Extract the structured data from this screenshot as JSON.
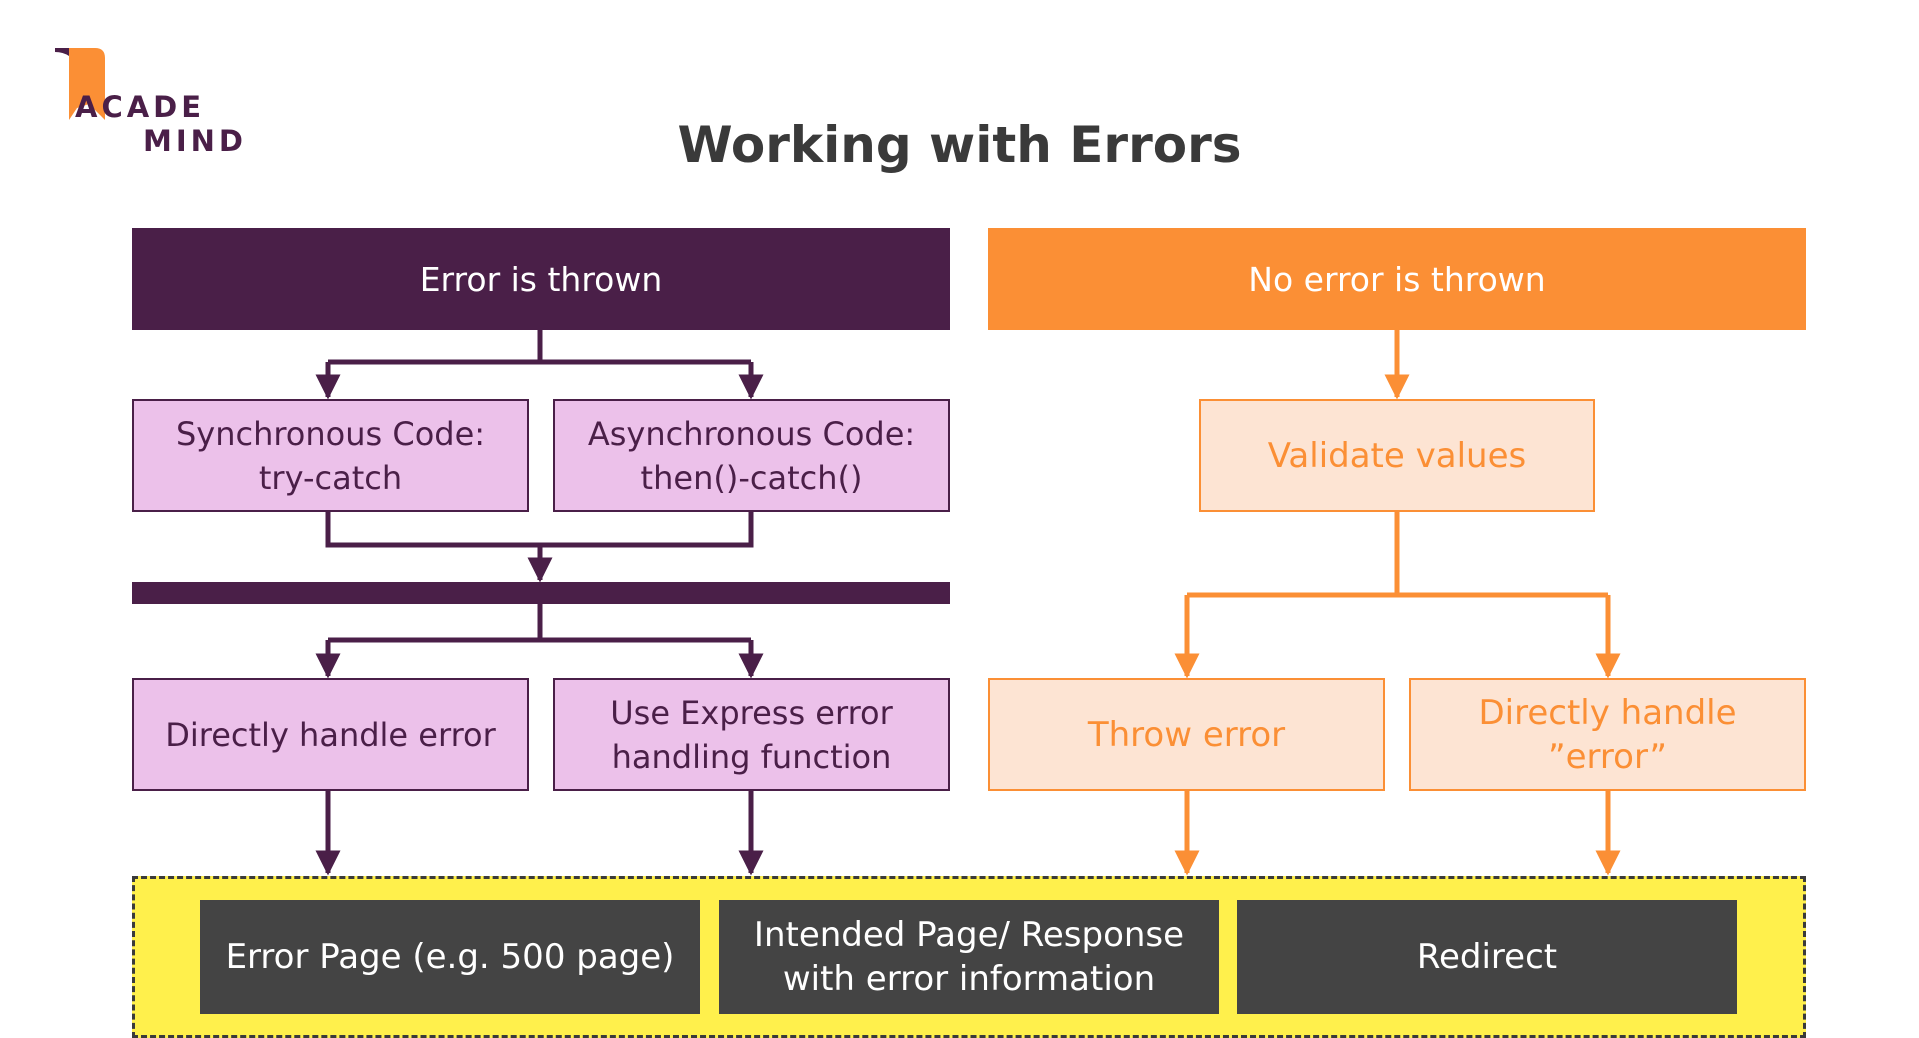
{
  "logo": {
    "line1": "ACADE",
    "line2": "MIND"
  },
  "title": "Working with Errors",
  "left_branch": {
    "header": "Error is thrown",
    "sync": {
      "line1": "Synchronous Code:",
      "line2": "try-catch"
    },
    "async": {
      "line1": "Asynchronous Code:",
      "line2": "then()-catch()"
    },
    "direct": "Directly handle error",
    "express": {
      "line1": "Use Express error",
      "line2": "handling function"
    }
  },
  "right_branch": {
    "header": "No error is thrown",
    "validate": "Validate values",
    "throw": "Throw error",
    "direct": {
      "line1": "Directly handle",
      "line2": "”error”"
    }
  },
  "outcomes": {
    "error_page": "Error Page (e.g. 500 page)",
    "intended": {
      "line1": "Intended Page/ Response",
      "line2": "with error information"
    },
    "redirect": "Redirect"
  },
  "colors": {
    "purple": "#4a1f48",
    "pink": "#ecc1ea",
    "orange": "#fb8f35",
    "peach": "#fde4d3",
    "yellow": "#fff04c",
    "dark": "#444444"
  }
}
